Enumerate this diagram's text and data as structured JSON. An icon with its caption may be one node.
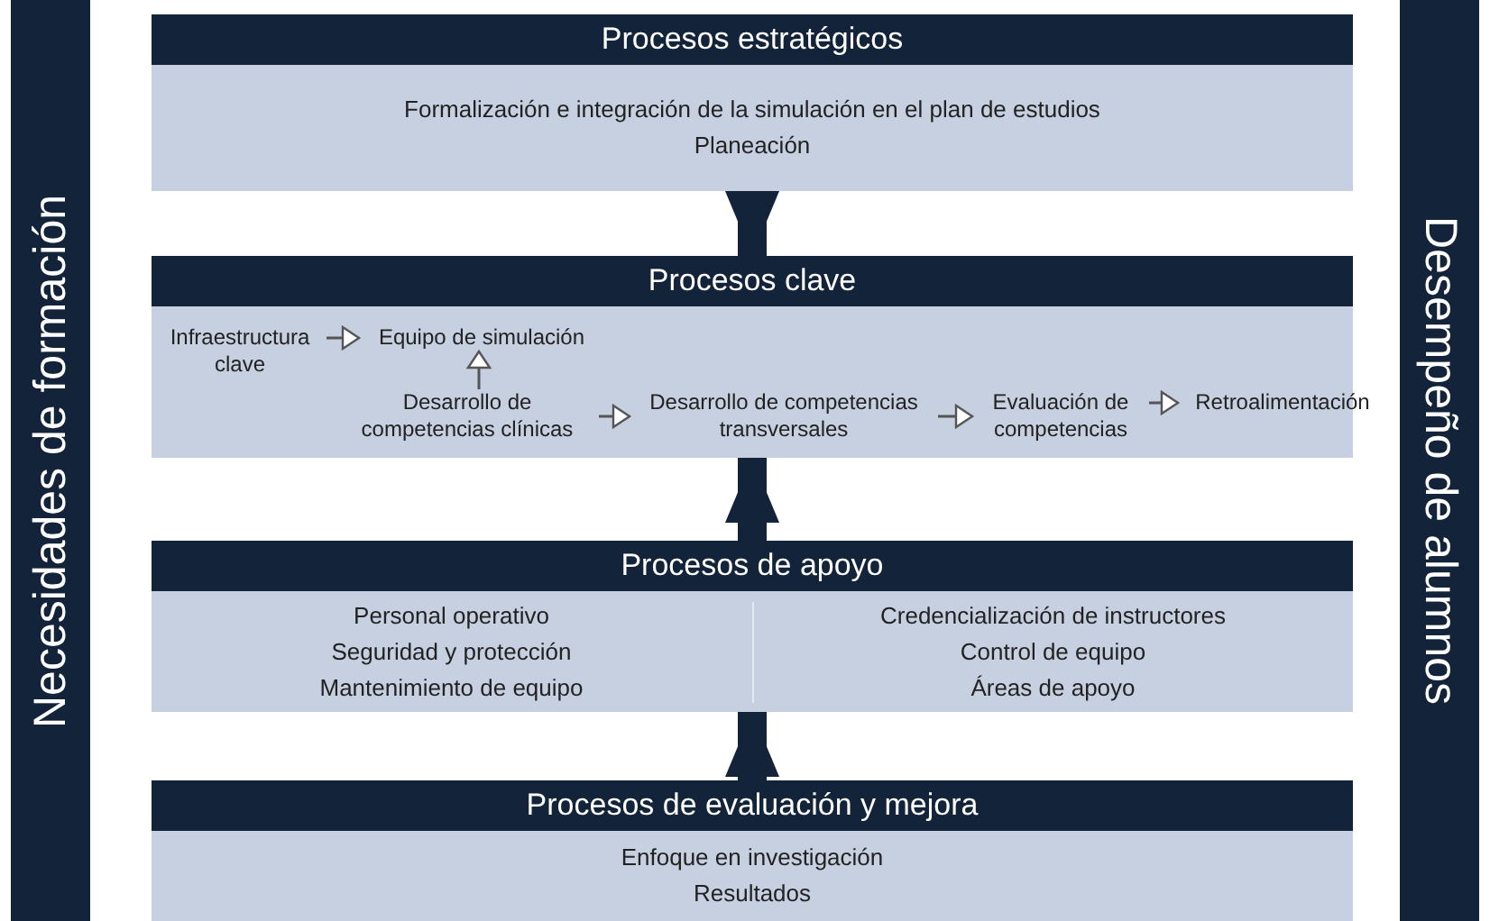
{
  "diagram": {
    "nodes": [
      {
        "text": [
          "Necesidades de formación"
        ]
      },
      {
        "text": [
          "Procesos estratégicos",
          "Formalización e integración de la simulación en el plan de estudios",
          "Planeación"
        ]
      },
      {
        "text": [
          "Procesos clave"
        ]
      },
      {
        "text": [
          "Infraestructura clave"
        ],
        "in": 2
      },
      {
        "text": [
          "Equipo de simulación"
        ],
        "in": 2
      },
      {
        "text": [
          "Desarrollo de competencias clínicas"
        ],
        "in": 2
      },
      {
        "text": [
          "Desarrollo de competencias transversales"
        ],
        "in": 2
      },
      {
        "text": [
          "Evaluación de competencias"
        ],
        "in": 2
      },
      {
        "text": [
          "Retroalimentación"
        ],
        "in": 2
      },
      {
        "text": [
          "Procesos de apoyo",
          "Personal operativo",
          "Seguridad y protección",
          "Mantenimiento de equipo",
          "Credencialización de instructores",
          "Control de equipo",
          "Áreas de apoyo"
        ]
      },
      {
        "text": [
          "Procesos de evaluación y mejora",
          "Enfoque en investigación",
          "Resultados"
        ]
      },
      {
        "text": [
          "Desempeño de alumnos"
        ]
      }
    ],
    "edges": [
      {
        "from": 1,
        "to": 2,
        "arrow": "to",
        "style": "thick"
      },
      {
        "from": 3,
        "to": 4,
        "arrow": "to"
      },
      {
        "from": 5,
        "to": 4,
        "arrow": "to"
      },
      {
        "from": 5,
        "to": 6,
        "arrow": "to"
      },
      {
        "from": 6,
        "to": 7,
        "arrow": "to"
      },
      {
        "from": 7,
        "to": 8,
        "arrow": "to"
      },
      {
        "from": 9,
        "to": 2,
        "arrow": "to",
        "style": "thick"
      },
      {
        "from": 10,
        "to": 9,
        "arrow": "to",
        "style": "thick"
      }
    ]
  }
}
